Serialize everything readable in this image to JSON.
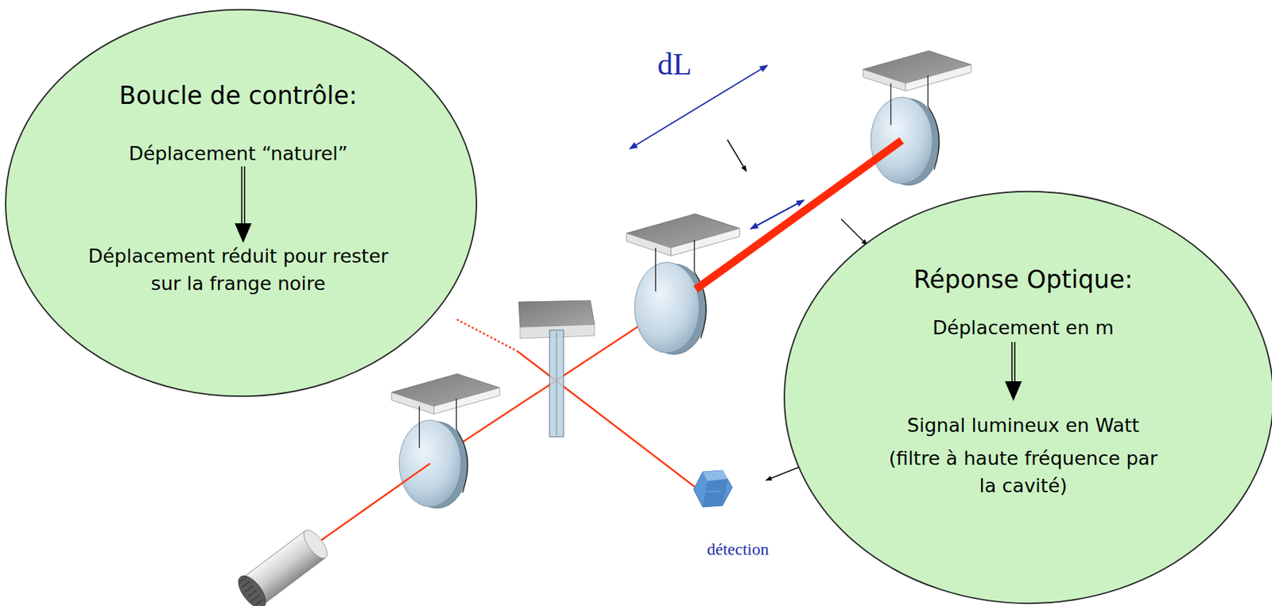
{
  "diagram": {
    "nodes": [
      {
        "text": [
          "Boucle de contrôle:",
          "Déplacement “naturel”",
          "Déplacement réduit pour rester sur la frange noire"
        ]
      },
      {
        "text": [
          "Réponse Optique:",
          "Déplacement en m",
          "Signal lumineux en Watt",
          "(filtre à haute fréquence par la cavité)"
        ]
      }
    ],
    "labels": [
      "dL",
      "détection"
    ]
  }
}
